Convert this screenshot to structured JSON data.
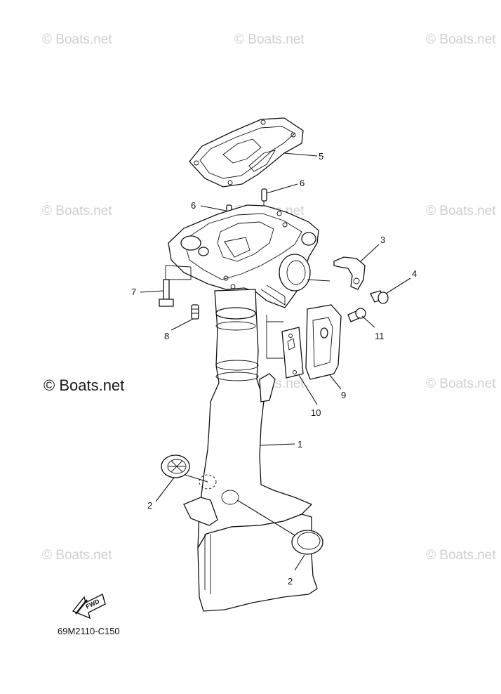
{
  "watermark": "© Boats.net",
  "copyright": "© Boats.net",
  "diagram_code": "69M2110-C150",
  "fwd_label": "FWD",
  "callouts": [
    {
      "id": "c1",
      "label": "1"
    },
    {
      "id": "c2a",
      "label": "2"
    },
    {
      "id": "c2b",
      "label": "2"
    },
    {
      "id": "c3",
      "label": "3"
    },
    {
      "id": "c4",
      "label": "4"
    },
    {
      "id": "c5",
      "label": "5"
    },
    {
      "id": "c6a",
      "label": "6"
    },
    {
      "id": "c6b",
      "label": "6"
    },
    {
      "id": "c7",
      "label": "7"
    },
    {
      "id": "c8",
      "label": "8"
    },
    {
      "id": "c9",
      "label": "9"
    },
    {
      "id": "c10",
      "label": "10"
    },
    {
      "id": "c11",
      "label": "11"
    }
  ]
}
